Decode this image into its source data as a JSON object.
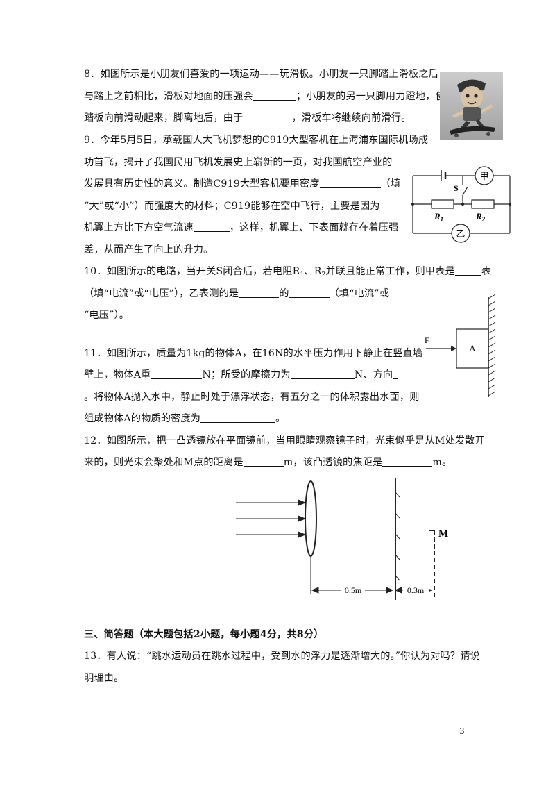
{
  "questions": {
    "q8": {
      "l1": "8．如图所示是小朋友们喜爱的一项运动——玩滑板。小朋友一只脚踏上滑板之后",
      "l2a": "与踏上之前相比，滑板对地面的压强会",
      "l2b": "；小朋友的另一只脚用力蹬地，使",
      "l3a": "踏板向前滑动起来，脚离地后，由于",
      "l3b": "，滑板车将继续向前滑行。"
    },
    "q9": {
      "l1": "9．今年5月5日，承载国人大飞机梦想的C919大型客机在上海浦东国际机场成",
      "l2": "功首飞，揭开了我国民用飞机发展史上崭新的一页，对我国航空产业的",
      "l3a": "发展具有历史性的意义。制造C919大型客机要用密度",
      "l3b": "（填",
      "l4": "“大”或“小”）而强度大的材料；C919能够在空中飞行，主要是因为",
      "l5a": "机翼上方比下方空气流速",
      "l5b": "，这样，机翼上、下表面就存在着压强",
      "l6": "差，从而产生了向上的升力。"
    },
    "q10": {
      "l1a": "10．如图所示的电路，当开关S闭合后，若电阻R",
      "sub1": "1",
      "l1b": "、R",
      "sub2": "2",
      "l1c": "并联且能正常工作，则甲表是",
      "l1d": "表",
      "l2a": "（填“电流”或“电压”），乙表测的是",
      "l2b": "的",
      "l2c": "（填“电流”或",
      "l3": "“电压”）。"
    },
    "q11": {
      "l1": "11．如图所示，质量为1kg的物体A，在16N的水平压力作用下静止在竖直墙",
      "l2a": "壁上，物体A重",
      "l2b": "N；所受的摩擦力为",
      "l2c": "N、方向",
      "l3": "。将物体A抛入水中，静止时处于漂浮状态，有五分之一的体积露出水面，则",
      "l4": "组成物体A的物质的密度为",
      "l4end": "。"
    },
    "q12": {
      "l1": "12．如图所示，把一凸透镜放在平面镜前，当用眼睛观察镜子时，光束似乎是从M处发散开",
      "l2a": "来的，则光束会聚处和M点的距离是",
      "l2b": "m，该凸透镜的焦距是",
      "l2c": "m。"
    },
    "section3": "三、简答题（本大题包括2小题，每小题4分，共8分）",
    "q13": {
      "l1": "13．有人说：“跳水运动员在跳水过程中，受到水的浮力是逐渐增大的。”你认为对吗？请说",
      "l2": "明理由。"
    }
  },
  "figures": {
    "circuit": {
      "meter_jia": "甲",
      "meter_yi": "乙",
      "switch": "S",
      "r1": "R",
      "r1_sub": "1",
      "r2": "R",
      "r2_sub": "2"
    },
    "block": {
      "force": "F",
      "object": "A"
    },
    "optics": {
      "point": "M",
      "dist1": "0.5m",
      "dist2": "0.3m"
    },
    "skateboard_image": "skateboarding-kid-icon"
  },
  "page_number": "3"
}
